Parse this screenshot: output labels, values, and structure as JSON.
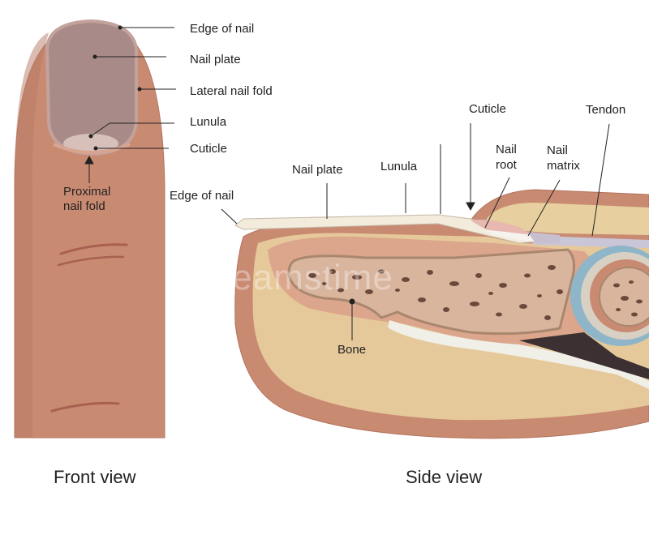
{
  "front_view": {
    "title": "Front view",
    "labels": {
      "edge_of_nail": "Edge of nail",
      "nail_plate": "Nail plate",
      "lateral_nail_fold": "Lateral nail fold",
      "lunula": "Lunula",
      "cuticle": "Cuticle",
      "proximal_line1": "Proximal",
      "proximal_line2": "nail fold"
    }
  },
  "side_view": {
    "title": "Side view",
    "labels": {
      "cuticle": "Cuticle",
      "tendon": "Tendon",
      "nail_root_line1": "Nail",
      "nail_root_line2": "root",
      "nail_matrix_line1": "Nail",
      "nail_matrix_line2": "matrix",
      "nail_plate": "Nail plate",
      "lunula": "Lunula",
      "edge_of_nail": "Edge of nail",
      "bone": "Bone"
    }
  },
  "watermark": "dreamstime",
  "colors": {
    "skin": "#c98a72",
    "skin_dark": "#b5725c",
    "nail": "#a88b88",
    "fat": "#e6c99a",
    "bone": "#d9b59e",
    "cartilage": "#8fb5c8"
  }
}
